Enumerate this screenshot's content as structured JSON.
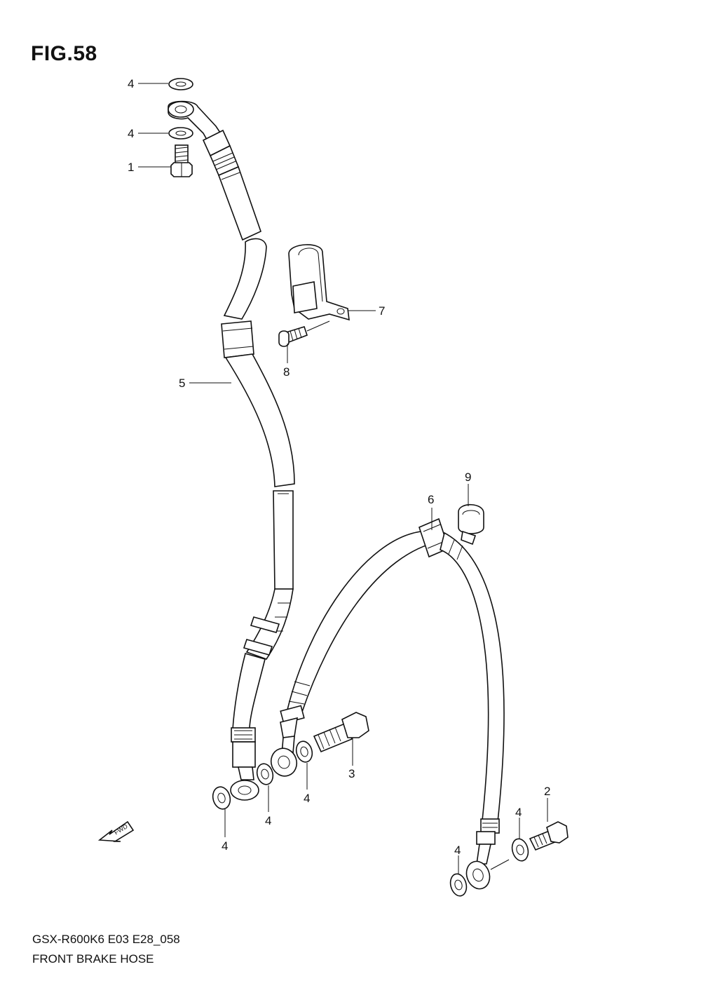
{
  "figure_title": "FIG.58",
  "callouts": {
    "c1": "1",
    "c2": "2",
    "c3": "3",
    "c4a": "4",
    "c4b": "4",
    "c4c": "4",
    "c4d": "4",
    "c4e": "4",
    "c4f": "4",
    "c4g": "4",
    "c5": "5",
    "c6": "6",
    "c7": "7",
    "c8": "8",
    "c9": "9"
  },
  "fwd_label": "FWD",
  "footer": {
    "model_code": "GSX-R600K6 E03 E28_058",
    "diagram_name": "FRONT BRAKE HOSE"
  }
}
